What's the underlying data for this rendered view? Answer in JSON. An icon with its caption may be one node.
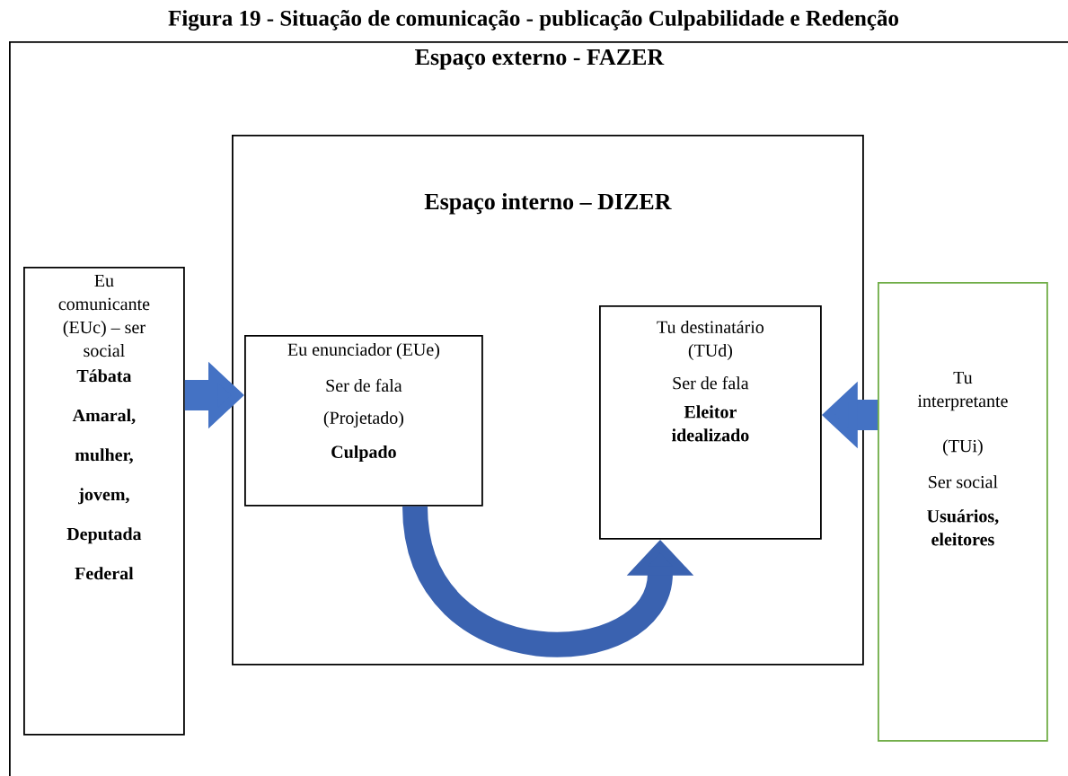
{
  "diagram": {
    "title": "Figura 19 - Situação de comunicação - publicação Culpabilidade e Redenção",
    "nodes": [
      {
        "text": [
          "Espaço externo - FAZER"
        ]
      },
      {
        "text": [
          "Espaço interno – DIZER"
        ],
        "in": 0
      },
      {
        "text": [
          "Eu comunicante (EUc) – ser social",
          "Tábata Amaral, mulher, jovem, Deputada Federal"
        ],
        "in": 0
      },
      {
        "text": [
          "Eu enunciador (EUe)",
          "Ser de fala",
          "(Projetado)",
          "Culpado"
        ],
        "in": 1
      },
      {
        "text": [
          "Tu destinatário (TUd)",
          "Ser de fala",
          "Eleitor idealizado"
        ],
        "in": 1
      },
      {
        "text": [
          "Tu interpretante",
          "(TUi)",
          "Ser social",
          "Usuários, eleitores"
        ],
        "in": 0
      }
    ],
    "edges": [
      {
        "from": 2,
        "to": 3,
        "arrow": "to"
      },
      {
        "from": 5,
        "to": 4,
        "arrow": "to"
      },
      {
        "from": 3,
        "to": 4,
        "arrow": "to"
      }
    ]
  }
}
